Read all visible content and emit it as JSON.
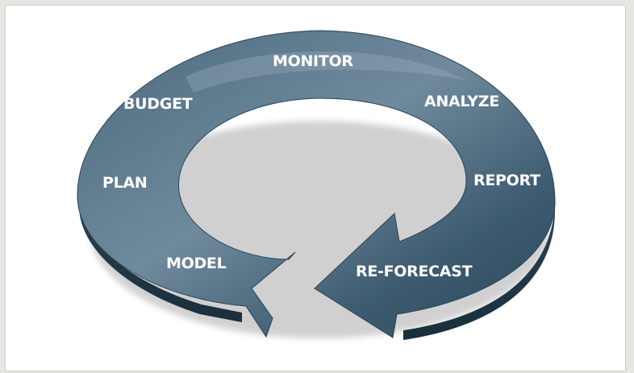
{
  "diagram": {
    "stages": [
      "MONITOR",
      "ANALYZE",
      "REPORT",
      "RE-FORECAST",
      "MODEL",
      "PLAN",
      "BUDGET"
    ],
    "colors": {
      "ring_light": "#6d8799",
      "ring_mid": "#3f5f74",
      "ring_dark": "#243e50",
      "label_text": "#ffffff"
    }
  }
}
